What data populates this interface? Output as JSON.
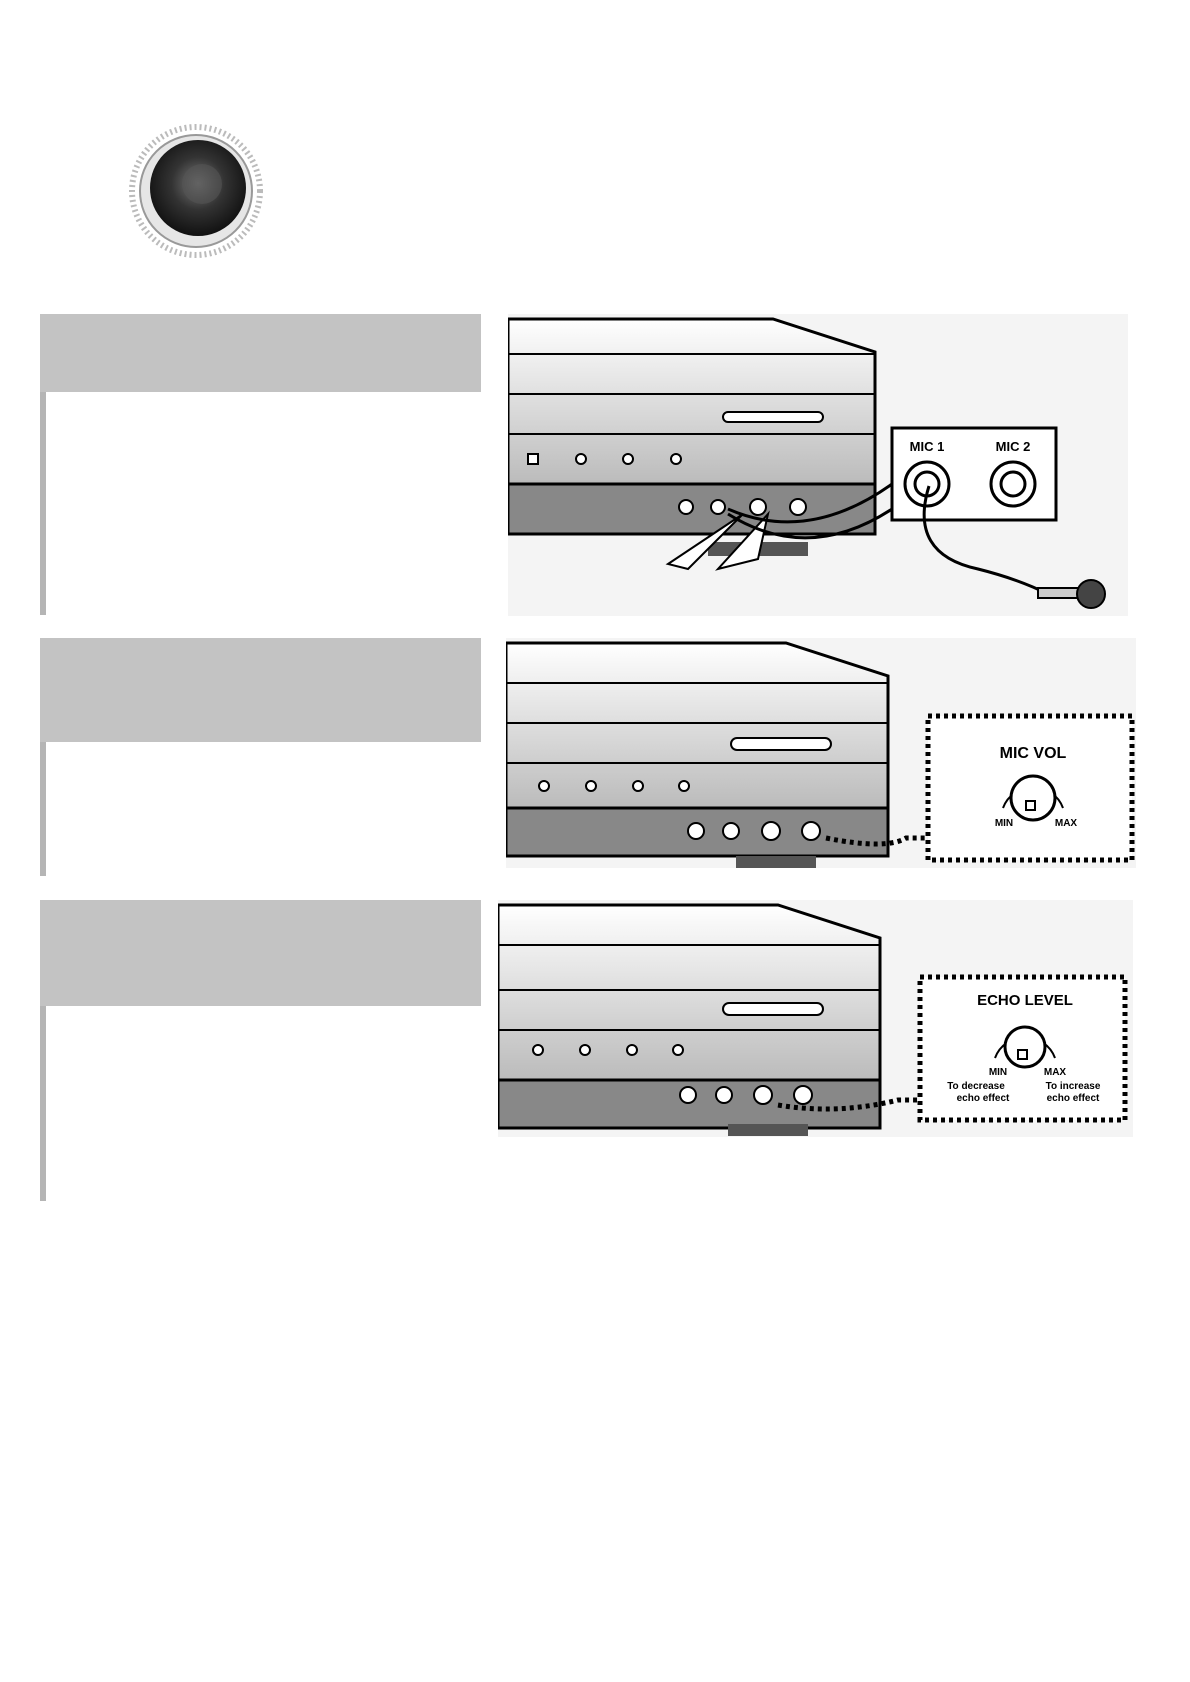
{
  "icons": {
    "section_icon": "speaker-icon"
  },
  "step1": {
    "diagram": {
      "mic1_label": "MIC 1",
      "mic2_label": "MIC 2"
    }
  },
  "step2": {
    "diagram": {
      "knob_label": "MIC VOL",
      "min_label": "MIN",
      "max_label": "MAX"
    }
  },
  "step3": {
    "diagram": {
      "knob_label": "ECHO LEVEL",
      "min_label": "MIN",
      "max_label": "MAX",
      "min_note_1": "To decrease",
      "min_note_2": "echo effect",
      "max_note_1": "To increase",
      "max_note_2": "echo effect"
    }
  },
  "colors": {
    "header_gray": "#c3c3c3",
    "bar_gray": "#b5b5b5"
  }
}
